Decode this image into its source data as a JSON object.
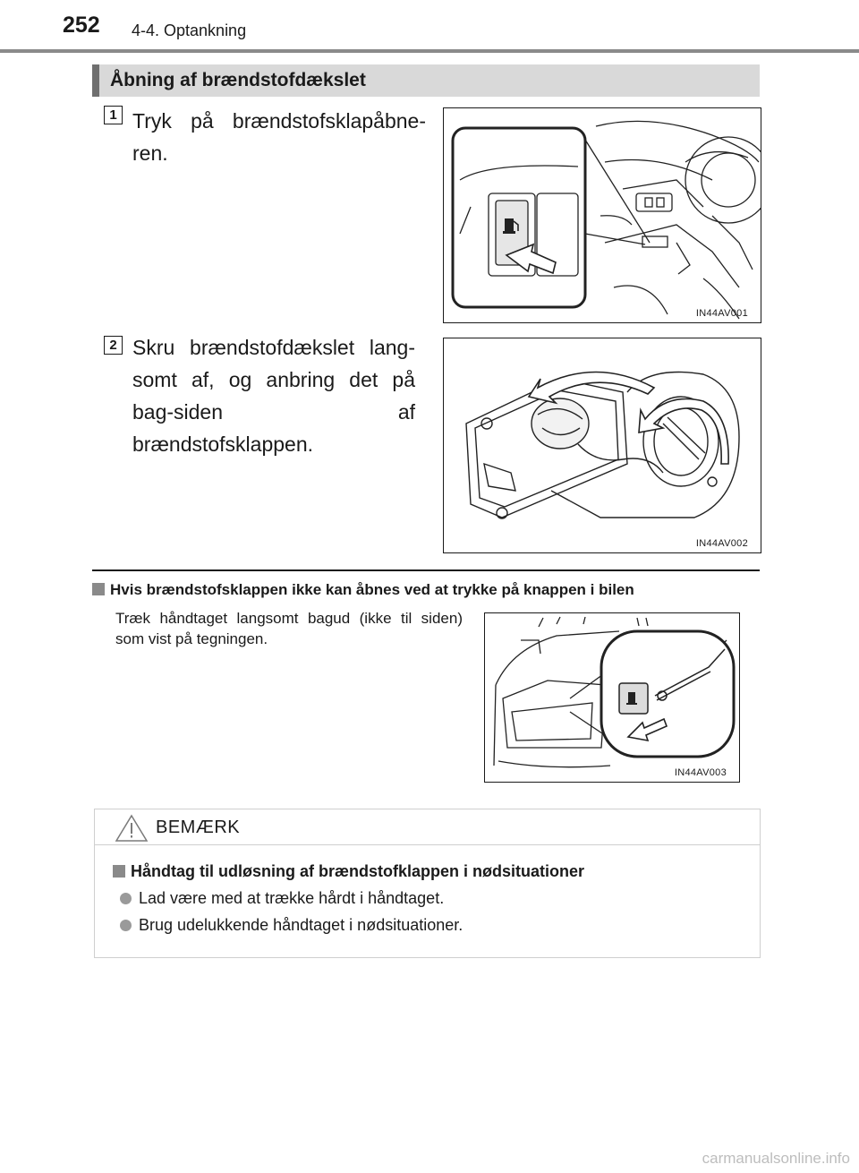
{
  "header": {
    "page_number": "252",
    "chapter": "4-4. Optankning"
  },
  "section": {
    "title": "Åbning af brændstofdækslet"
  },
  "steps": [
    {
      "number": "1",
      "text": "Tryk på brændstofsklapåbne-ren.",
      "figure_code": "IN44AV001"
    },
    {
      "number": "2",
      "text": "Skru brændstofdækslet lang-somt af, og anbring det på bag-siden af brændstofsklappen.",
      "figure_code": "IN44AV002"
    }
  ],
  "subsection": {
    "title": "Hvis brændstofsklappen ikke kan åbnes ved at trykke på knappen i bilen",
    "body": "Træk håndtaget langsomt bagud (ikke til siden) som vist på tegningen.",
    "figure_code": "IN44AV003"
  },
  "notice": {
    "label": "BEMÆRK",
    "title": "Håndtag til udløsning af brændstofklappen i nødsituationer",
    "items": [
      "Lad være med at trække hårdt i håndtaget.",
      "Brug udelukkende håndtaget i nødsituationer."
    ]
  },
  "watermark": "carmanualsonline.info",
  "colors": {
    "section_bar": "#d9d9d9",
    "section_accent": "#6f6f6f",
    "bullet_gray": "#8a8a8a",
    "arrow_pink": "#f07d8a",
    "watermark": "#bdbdbd"
  },
  "icons": {
    "notice": "warning-triangle-icon",
    "fuel": "fuel-pump-icon"
  }
}
